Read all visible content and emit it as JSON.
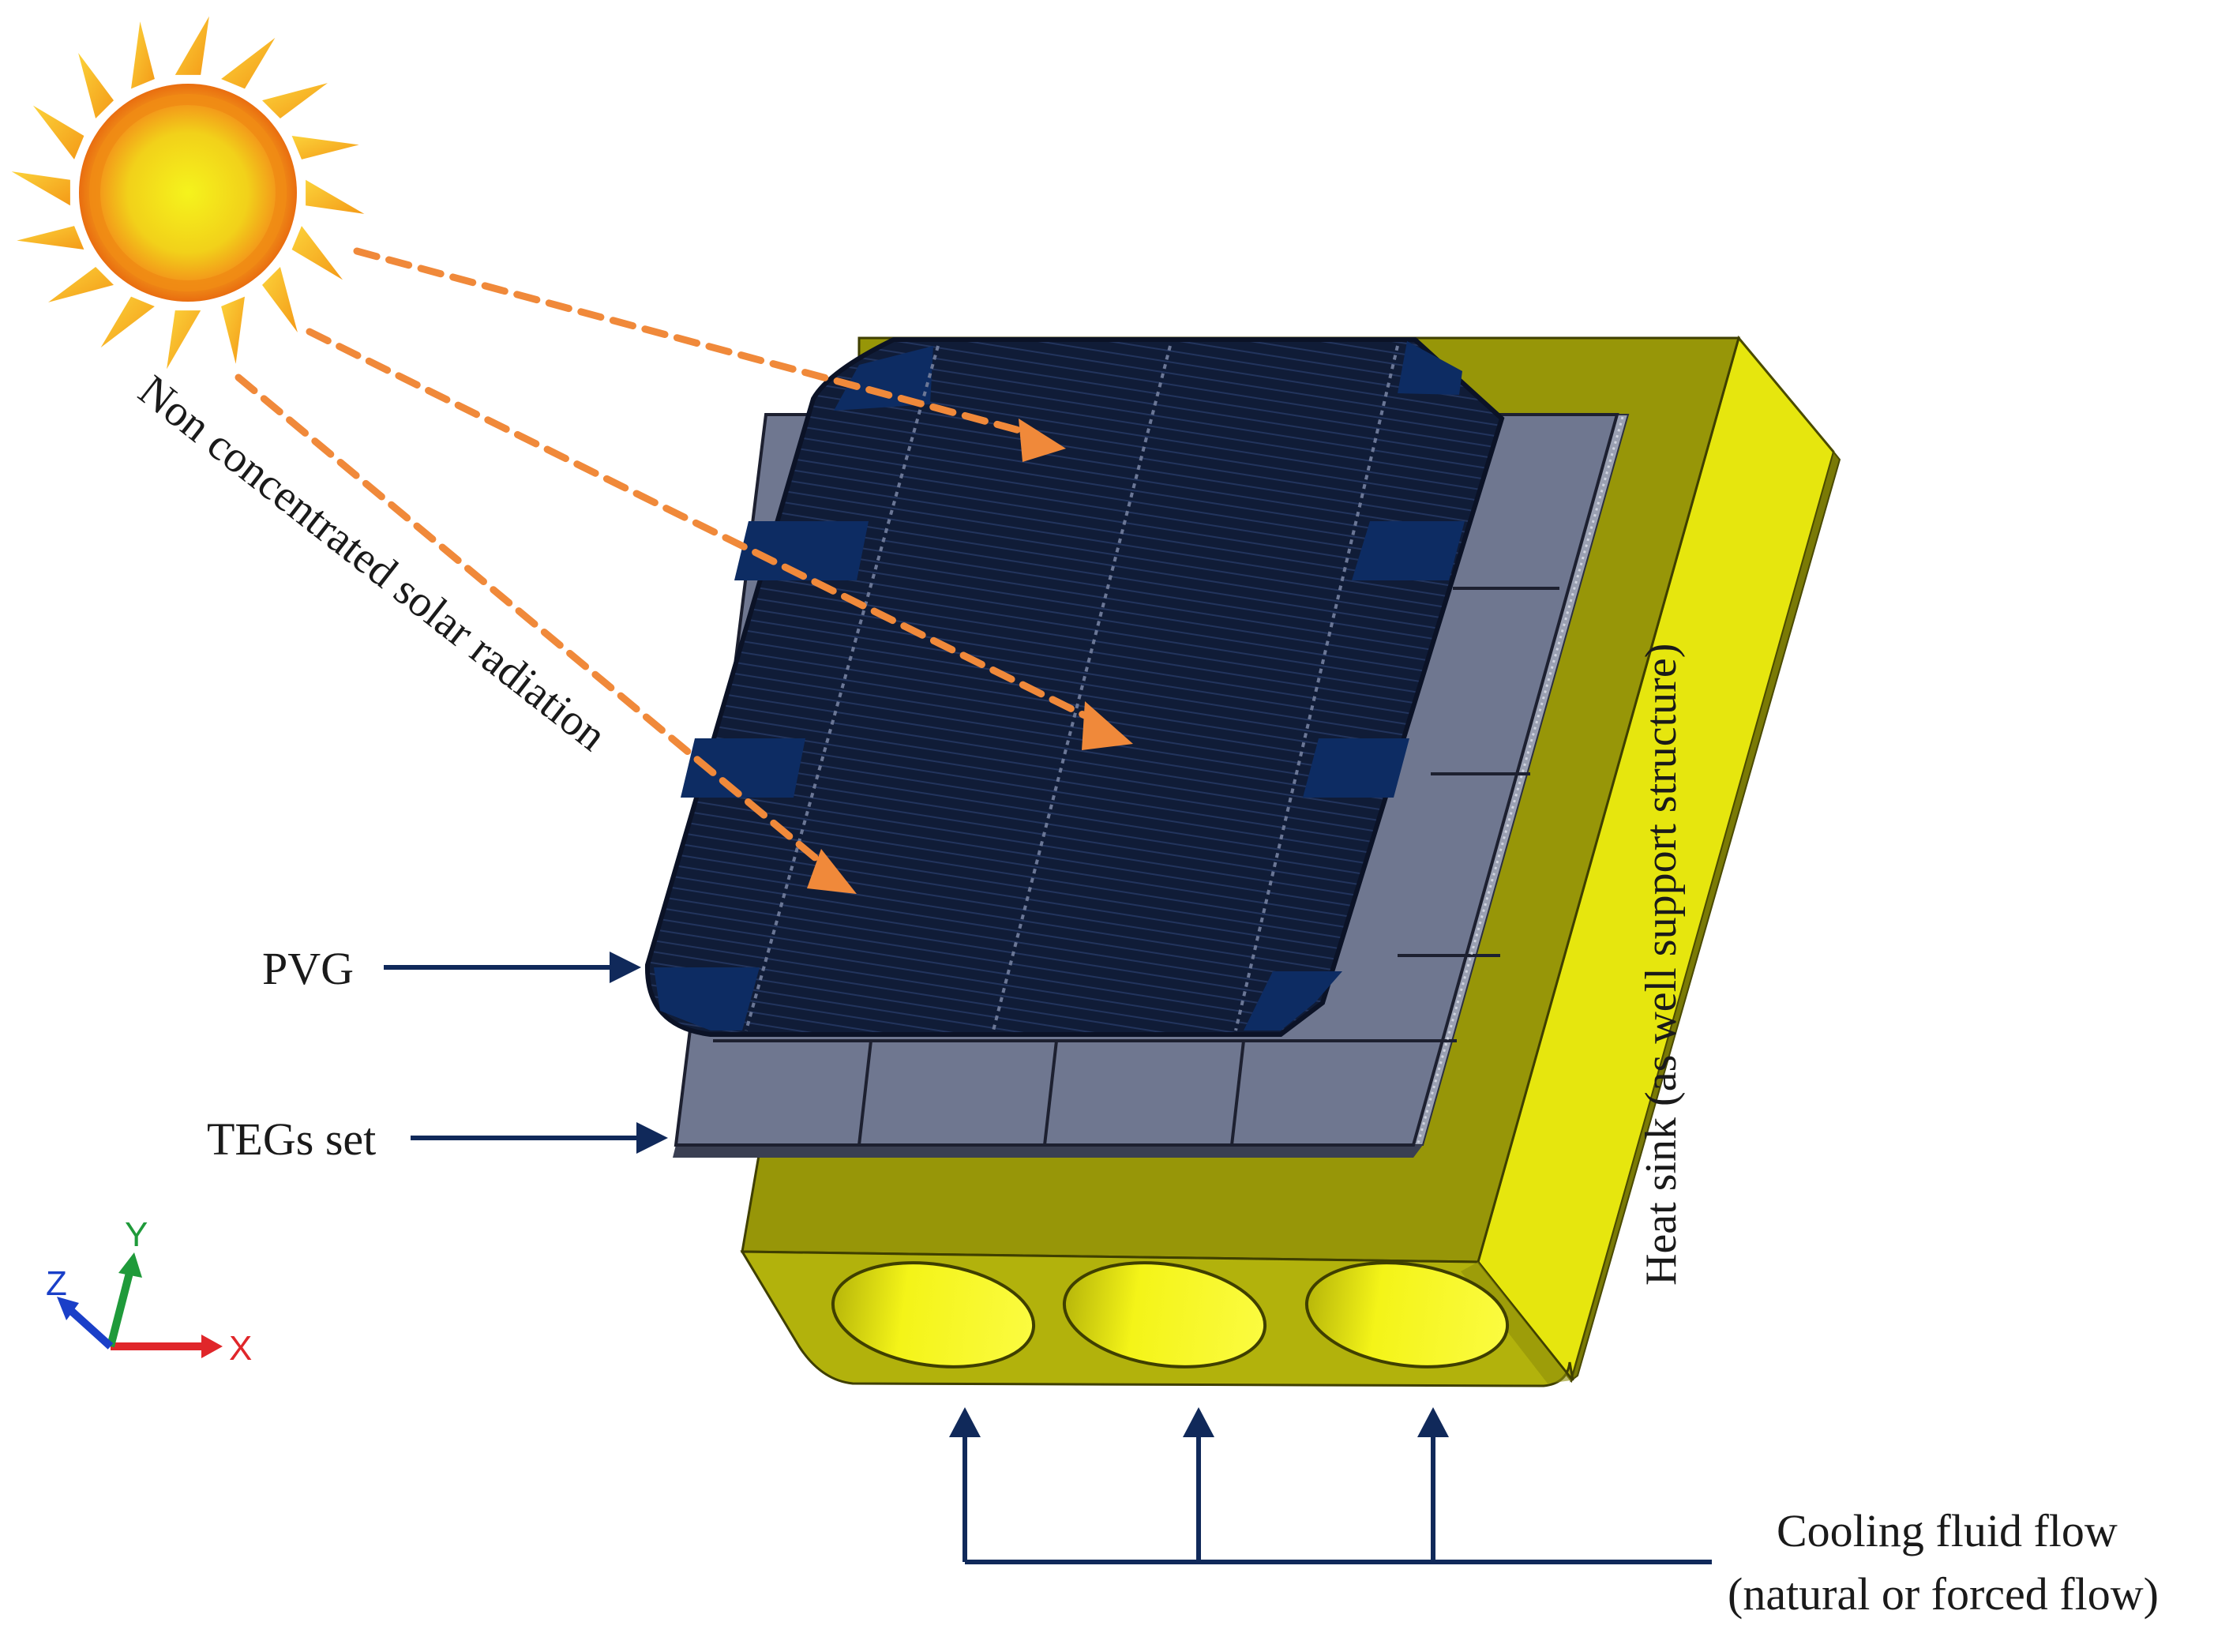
{
  "labels": {
    "radiation": "Non concentrated solar radiation",
    "pvg": "PVG",
    "tegs": "TEGs set",
    "heat_sink": "Heat sink (as well support structure)",
    "cooling_line1": "Cooling fluid flow",
    "cooling_line2": "(natural or forced flow)"
  },
  "axes": {
    "x": "X",
    "y": "Y",
    "z": "Z"
  },
  "colors": {
    "sun_core": "#f2ef1a",
    "sun_ray": "#f7a21d",
    "radiation_arrow": "#f0893a",
    "pv_cell": "#0e1a33",
    "pv_corner": "#0d2c63",
    "teg_tile": "#6f7790",
    "heat_sink_top": "#979608",
    "heat_sink_side": "#e6e60e",
    "heat_sink_front": "#b2b20c",
    "hole_fill": "#f3f314",
    "label_arrow": "#10295a"
  }
}
